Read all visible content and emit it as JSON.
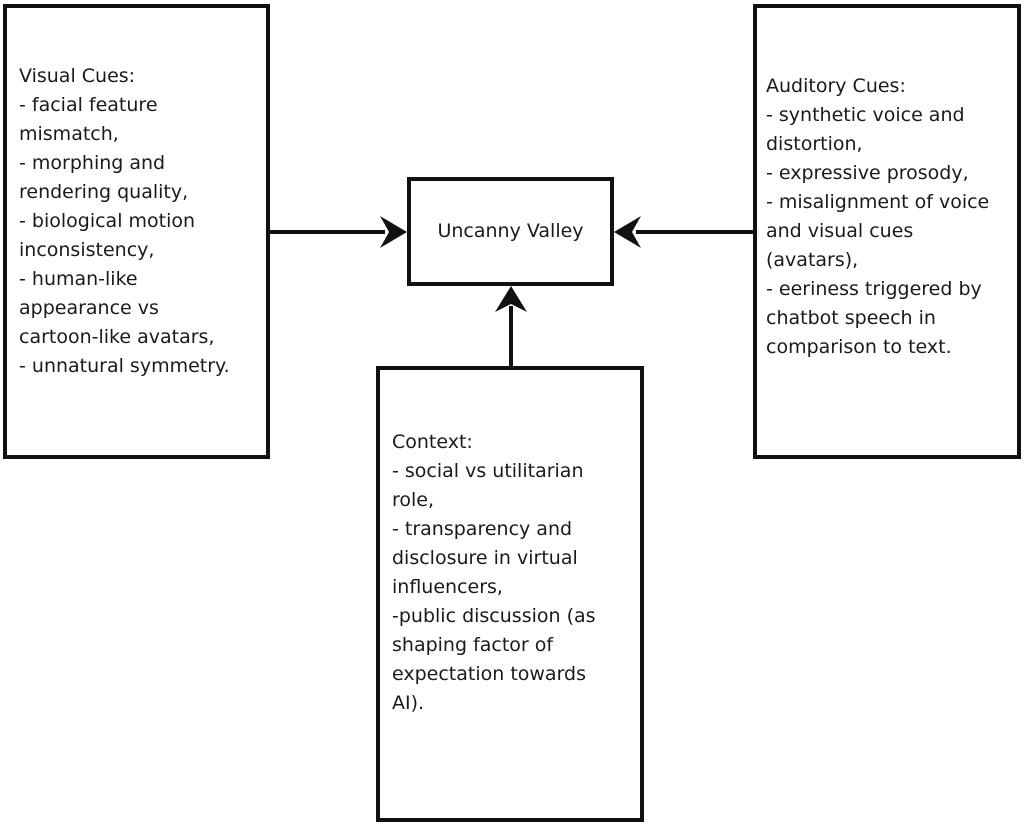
{
  "diagram": {
    "center": {
      "label": "Uncanny Valley"
    },
    "visual": {
      "lines": [
        "Visual Cues:",
        "- facial feature",
        "mismatch,",
        "- morphing and",
        "rendering quality,",
        "- biological motion",
        "inconsistency,",
        "- human-like",
        "appearance vs",
        "cartoon-like avatars,",
        "- unnatural symmetry."
      ]
    },
    "auditory": {
      "lines": [
        "Auditory Cues:",
        "- synthetic voice and",
        "distortion,",
        "- expressive prosody,",
        "- misalignment of voice",
        "and visual cues",
        "(avatars),",
        "- eeriness triggered by",
        "chatbot speech in",
        "comparison to text."
      ]
    },
    "context": {
      "lines": [
        "Context:",
        "- social vs utilitarian",
        "role,",
        "- transparency and",
        "disclosure in virtual",
        "influencers,",
        "-public discussion (as",
        "shaping factor of",
        "expectation towards",
        "AI)."
      ]
    },
    "colors": {
      "stroke": "#111111",
      "background": "#ffffff"
    }
  }
}
